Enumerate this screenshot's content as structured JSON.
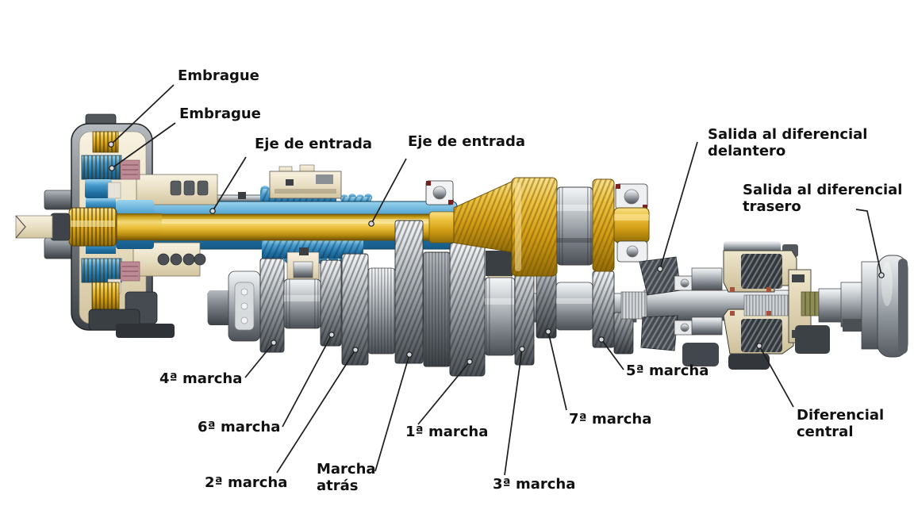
{
  "palette": {
    "background": "#ffffff",
    "leader_line": "#1d1d1d",
    "label_text": "#111111",
    "gold": "#e2b42c",
    "blue": "#3487ba",
    "metal": "#a8aeb3",
    "metal_dark": "#4a5055",
    "cream": "#eee6d0",
    "housing_beige": "#e3dabe"
  },
  "labels": {
    "embrague_1": "Embrague",
    "embrague_2": "Embrague",
    "eje_entrada_1": "Eje de entrada",
    "eje_entrada_2": "Eje de entrada",
    "salida_diferencial_delantero": "Salida al diferencial delantero",
    "salida_diferencial_trasero": "Salida al diferencial trasero",
    "marcha_4": "4ª marcha",
    "marcha_6": "6ª marcha",
    "marcha_2": "2ª marcha",
    "marcha_atras": "Marcha atrás",
    "marcha_1": "1ª marcha",
    "marcha_3": "3ª marcha",
    "marcha_7": "7ª marcha",
    "marcha_5": "5ª marcha",
    "diferencial_central": "Diferencial central"
  }
}
